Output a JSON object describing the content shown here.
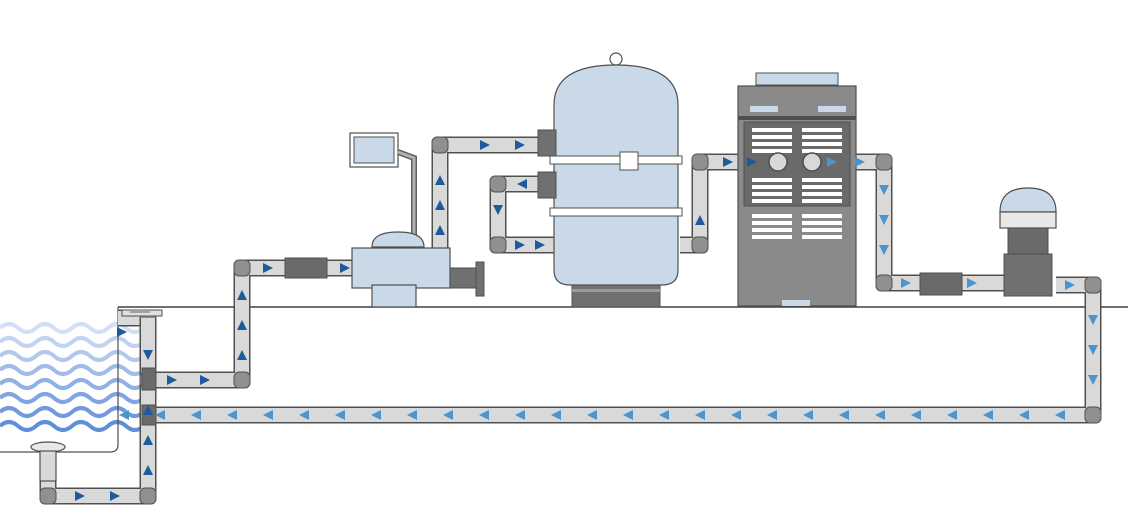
{
  "diagram": {
    "type": "pool-plumbing-schematic",
    "components": [
      {
        "id": "pool",
        "label": ""
      },
      {
        "id": "skimmer",
        "label": ""
      },
      {
        "id": "main-drain",
        "label": ""
      },
      {
        "id": "pump",
        "label": ""
      },
      {
        "id": "control-panel",
        "label": ""
      },
      {
        "id": "sand-filter",
        "label": ""
      },
      {
        "id": "heater",
        "label": ""
      },
      {
        "id": "chlorinator",
        "label": ""
      }
    ],
    "colors": {
      "pipe_fill": "#d9d9d9",
      "pipe_stroke": "#505050",
      "pipe_elbow": "#909090",
      "fitting": "#6a6a6a",
      "equipment": "#c9d9e8",
      "arrow_suction": "#1f5a9e",
      "arrow_return": "#4a95d0",
      "water": "#4a7fd4",
      "ground": "#404040",
      "heater_body": "#8a8a8a"
    }
  }
}
